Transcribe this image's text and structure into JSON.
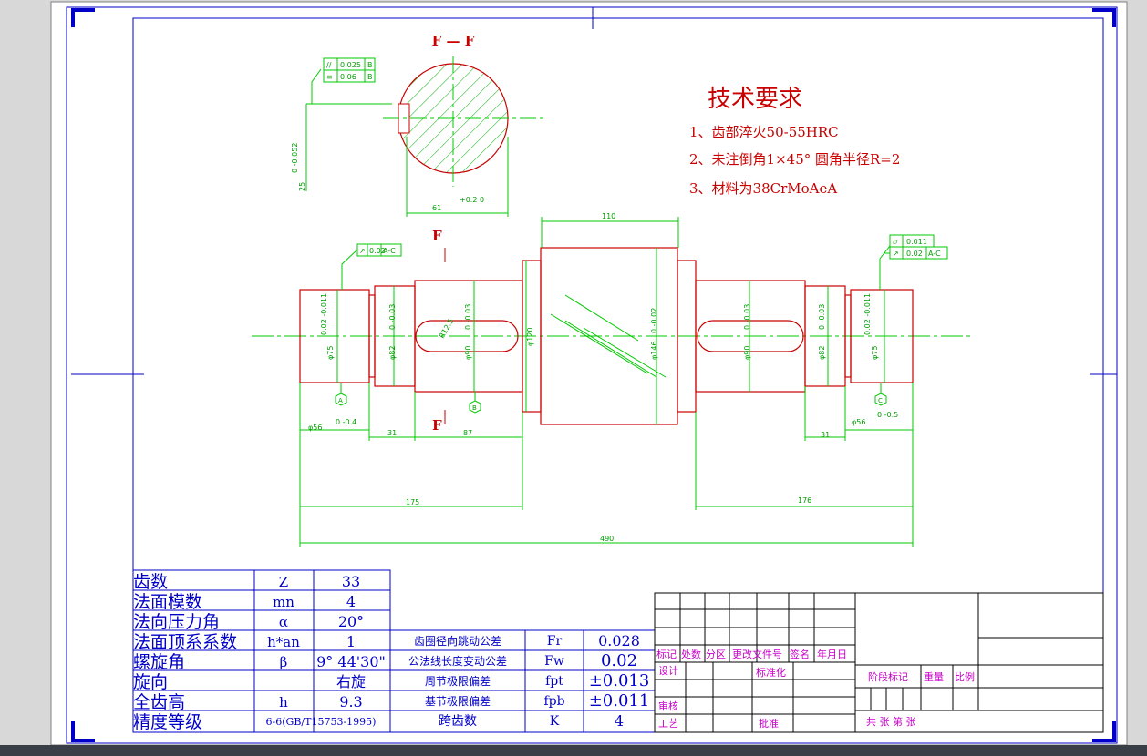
{
  "drawing": {
    "section_label": "F — F",
    "section_mark_top": "F",
    "section_mark_bottom": "F",
    "tech_title": "技术要求",
    "tech_notes": [
      "1、齿部淬火50-55HRC",
      "2、未注倒角1×45° 圆角半径R=2",
      "3、材料为38CrMoAeA"
    ],
    "section_tolerances": [
      {
        "sym": "//",
        "val": "0.025",
        "ref": "B"
      },
      {
        "sym": "≡",
        "val": "0.06",
        "ref": "B"
      }
    ],
    "section_dims": {
      "depth_tol": "0\n-0.052",
      "depth": "25",
      "width": "61",
      "width_tol": "+0.2\n0"
    },
    "gdt_left": {
      "sym": "↗",
      "val": "0.02",
      "ref": "A-C"
    },
    "gdt_right": [
      {
        "sym": "⌭",
        "val": "0.011",
        "ref": ""
      },
      {
        "sym": "↗",
        "val": "0.02",
        "ref": "A-C"
      }
    ],
    "dims": {
      "gear_width": "110",
      "d75": "φ75",
      "d75_tol": "0.02\n-0.011",
      "d82": "φ82",
      "d82_tol": "0\n-0.03",
      "d90": "φ90",
      "d90_tol": "0\n-0.03",
      "d120": "φ120",
      "d146": "φ146",
      "d146_tol": "0\n-0.02",
      "key_r": "R12.5",
      "len_56": "φ56",
      "len_56_tol": "0\n-0.4",
      "len_56r_tol": "0\n-0.5",
      "len_31": "31",
      "len_87": "87",
      "len_175": "175",
      "len_176": "176",
      "len_490": "490"
    },
    "datums": [
      "A",
      "B",
      "C"
    ]
  },
  "params": {
    "rows": [
      {
        "name": "齿数",
        "sym": "Z",
        "val": "33"
      },
      {
        "name": "法面模数",
        "sym": "mn",
        "val": "4"
      },
      {
        "name": "法向压力角",
        "sym": "α",
        "val": "20°"
      },
      {
        "name": "法面顶系系数",
        "sym": "h*an",
        "val": "1"
      },
      {
        "name": "螺旋角",
        "sym": "β",
        "val": "9° 44'30\""
      },
      {
        "name": "旋向",
        "sym": "",
        "val": "右旋"
      },
      {
        "name": "全齿高",
        "sym": "h",
        "val": "9.3"
      },
      {
        "name": "精度等级",
        "sym": "",
        "val": "6-6(GB/T15753-1995)"
      }
    ],
    "tol_rows": [
      {
        "name": "齿圈径向跳动公差",
        "sym": "Fr",
        "val": "0.028"
      },
      {
        "name": "公法线长度变动公差",
        "sym": "Fw",
        "val": "0.02"
      },
      {
        "name": "周节极限偏差",
        "sym": "fpt",
        "val": "±0.013"
      },
      {
        "name": "基节极限偏差",
        "sym": "fpb",
        "val": "±0.011"
      },
      {
        "name": "跨齿数",
        "sym": "K",
        "val": "4"
      }
    ]
  },
  "titleblock": {
    "mark": "标记",
    "count": "处数",
    "zone": "分区",
    "changefile": "更改文件号",
    "sign": "签名",
    "date": "年月日",
    "design": "设计",
    "standard": "标准化",
    "check": "审核",
    "process": "工艺",
    "approve": "批准",
    "stage": "阶段标记",
    "weight": "重量",
    "scale": "比例",
    "sheets": "共  张 第  张"
  },
  "colors": {
    "outline": "#0000c8",
    "part": "#c80000",
    "dim": "#00c800",
    "note": "#c80000",
    "magenta": "#c800c8",
    "black": "#000000"
  }
}
